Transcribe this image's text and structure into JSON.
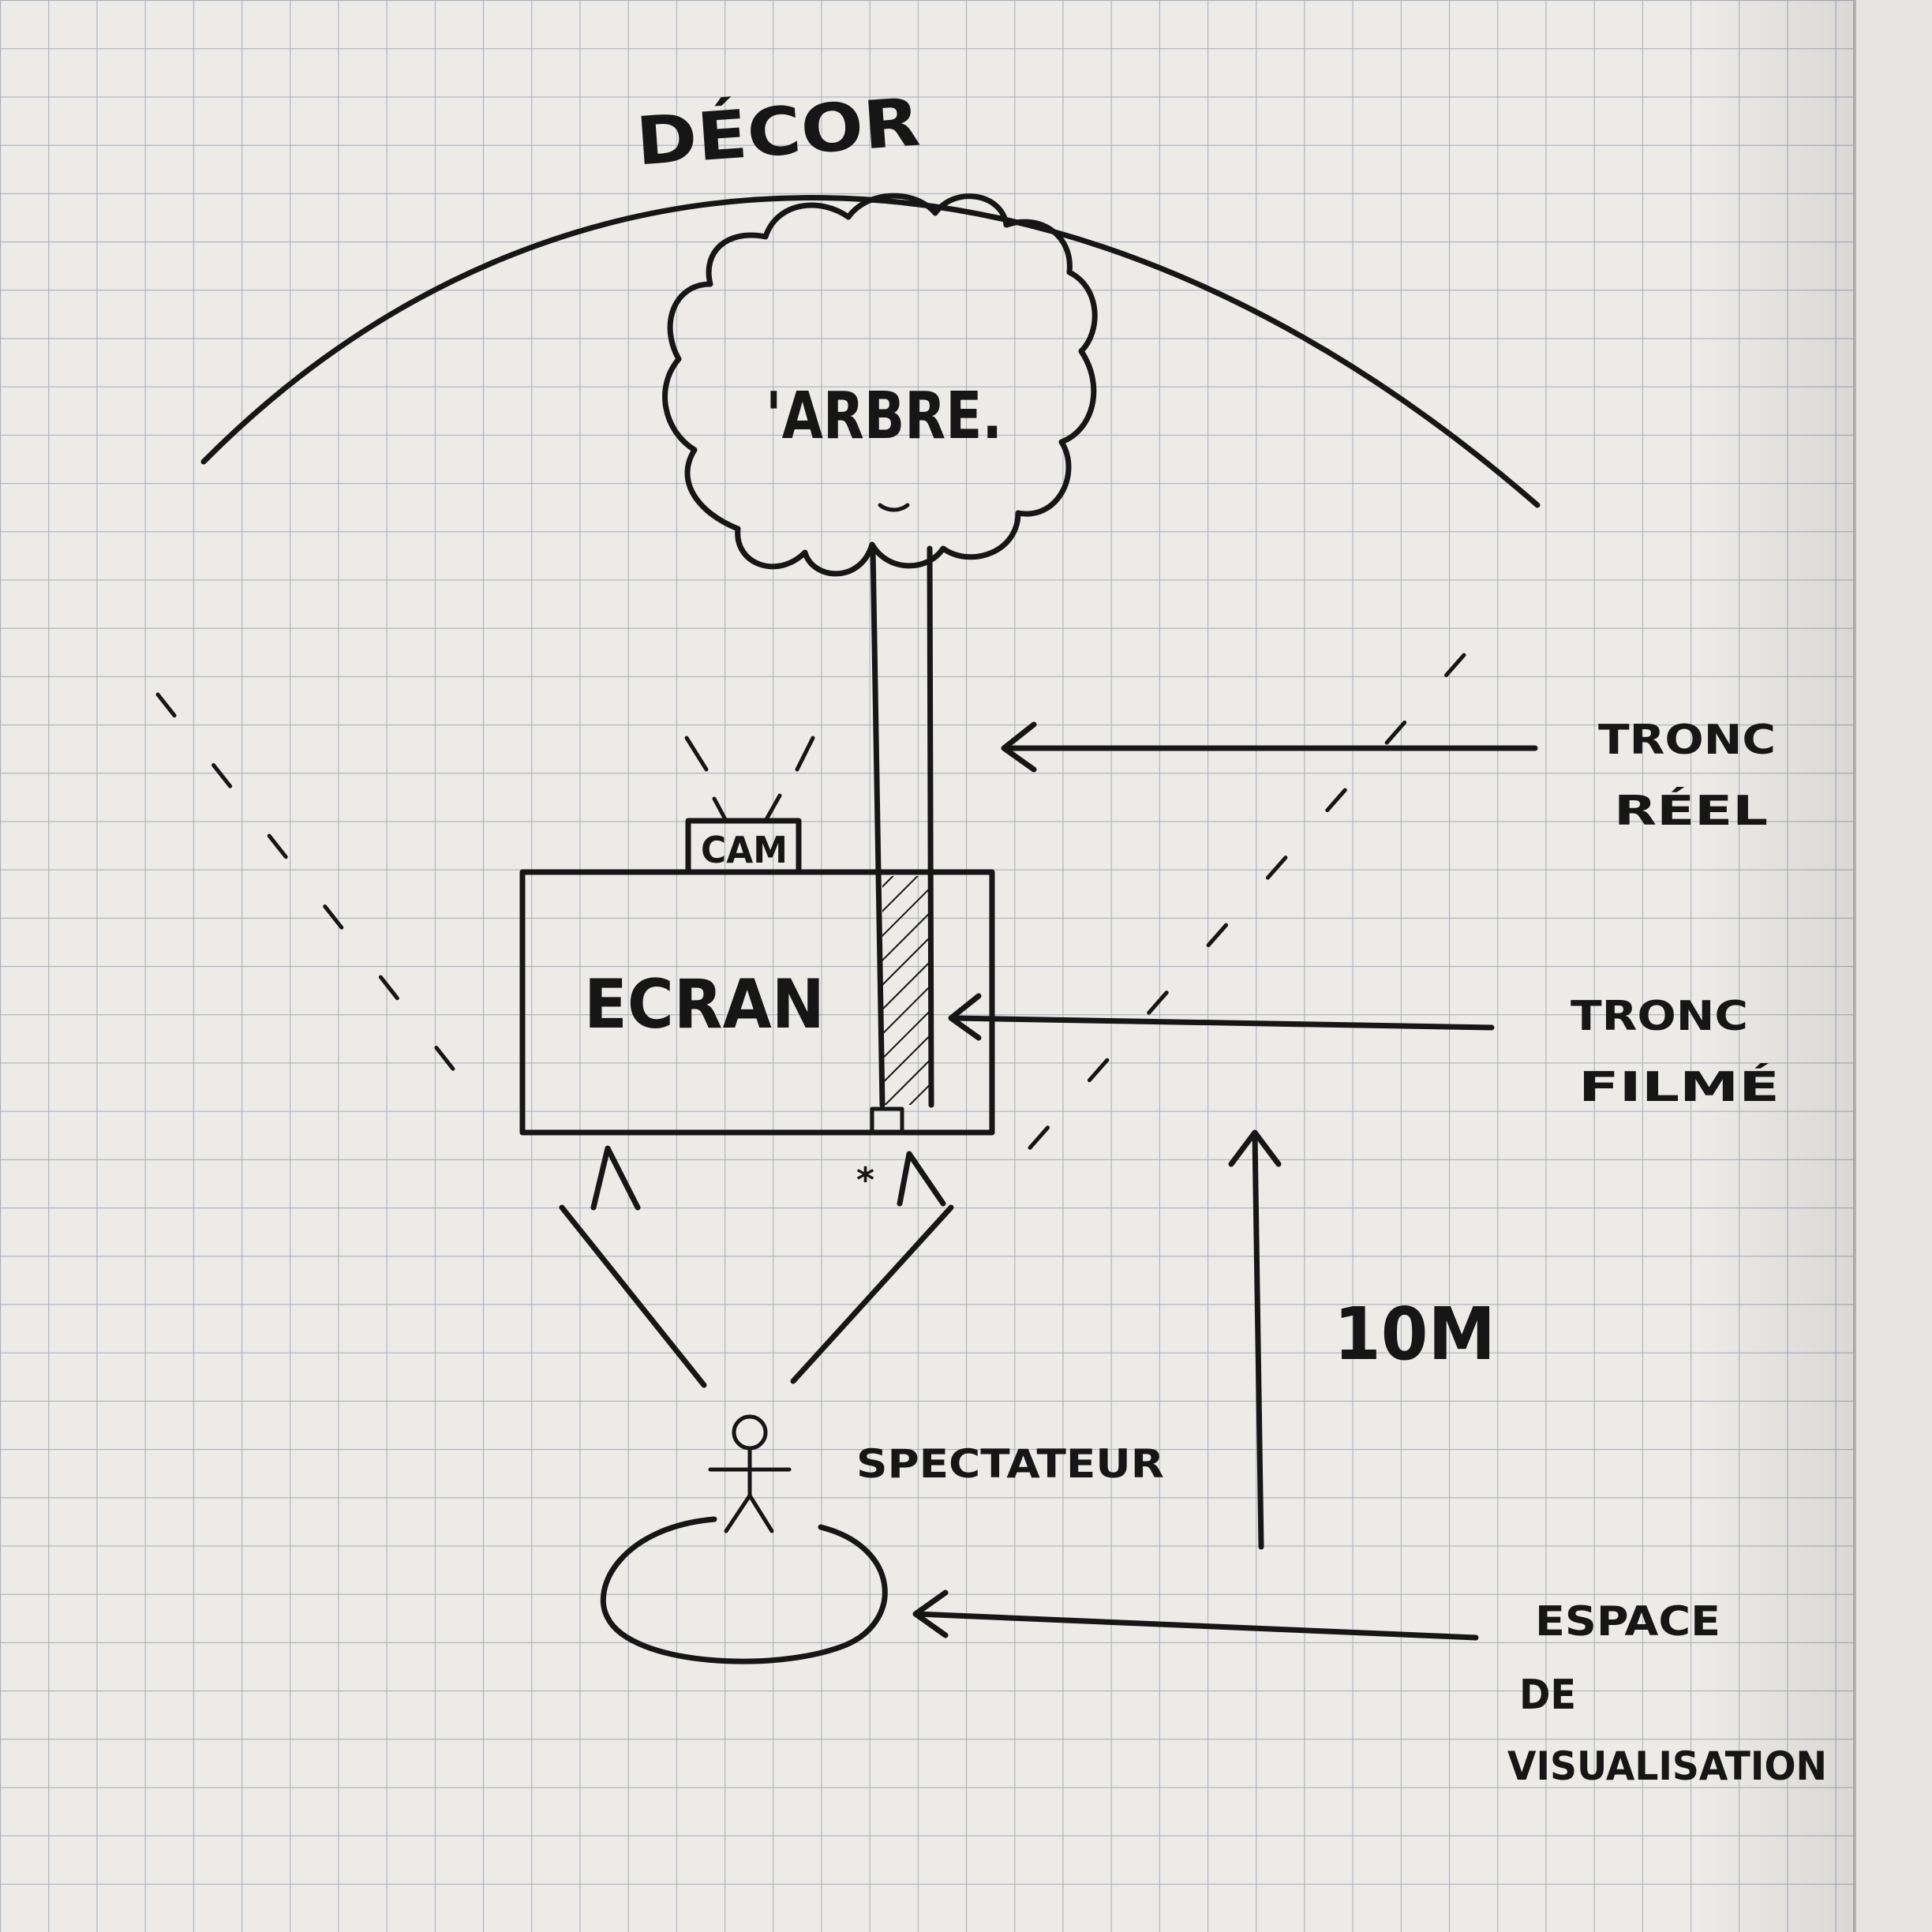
{
  "labels": {
    "decor": "DÉCOR",
    "arbre": "'ARBRE.",
    "cam": "CAM",
    "ecran": "ECRAN",
    "tronc_reel_line1": "TRONC",
    "tronc_reel_line2": "RÉEL",
    "tronc_filme_line1": "TRONC",
    "tronc_filme_line2": "FILMÉ",
    "distance": "10M",
    "spectateur": "SPECTATEUR",
    "espace_line1": "ESPACE",
    "espace_line2": "DE",
    "espace_line3": "VISUALISATION"
  },
  "colors": {
    "paper": "#ecebe8",
    "grid": "#a9b0bc",
    "ink": "#161616"
  }
}
